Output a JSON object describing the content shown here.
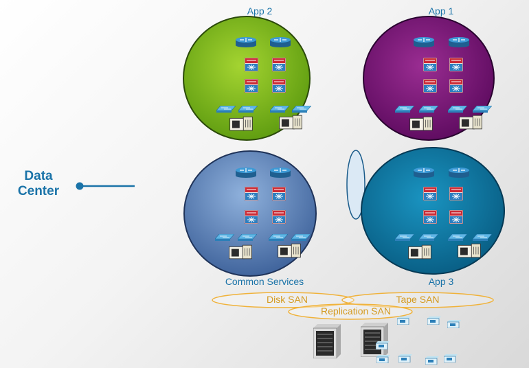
{
  "title": {
    "line1": "Data",
    "line2": "Center"
  },
  "zones": [
    {
      "name": "App 2",
      "color": "#7ab51d"
    },
    {
      "name": "App 1",
      "color": "#7a1a7a"
    },
    {
      "name": "Common Services",
      "color": "#4d71ae"
    },
    {
      "name": "App 3",
      "color": "#0d78a3"
    }
  ],
  "san": [
    {
      "name": "Disk SAN"
    },
    {
      "name": "Tape SAN"
    },
    {
      "name": "Replication SAN"
    }
  ],
  "colors": {
    "label": "#1a73a8",
    "san_stroke": "#f0b23a",
    "san_text": "#d49a20",
    "router": "#2e7fbe",
    "firewall": "#c8303a"
  },
  "icons": [
    "router-icon",
    "firewall-switch-icon",
    "access-switch-icon",
    "server-icon",
    "storage-array-icon",
    "tape-library-icon"
  ]
}
